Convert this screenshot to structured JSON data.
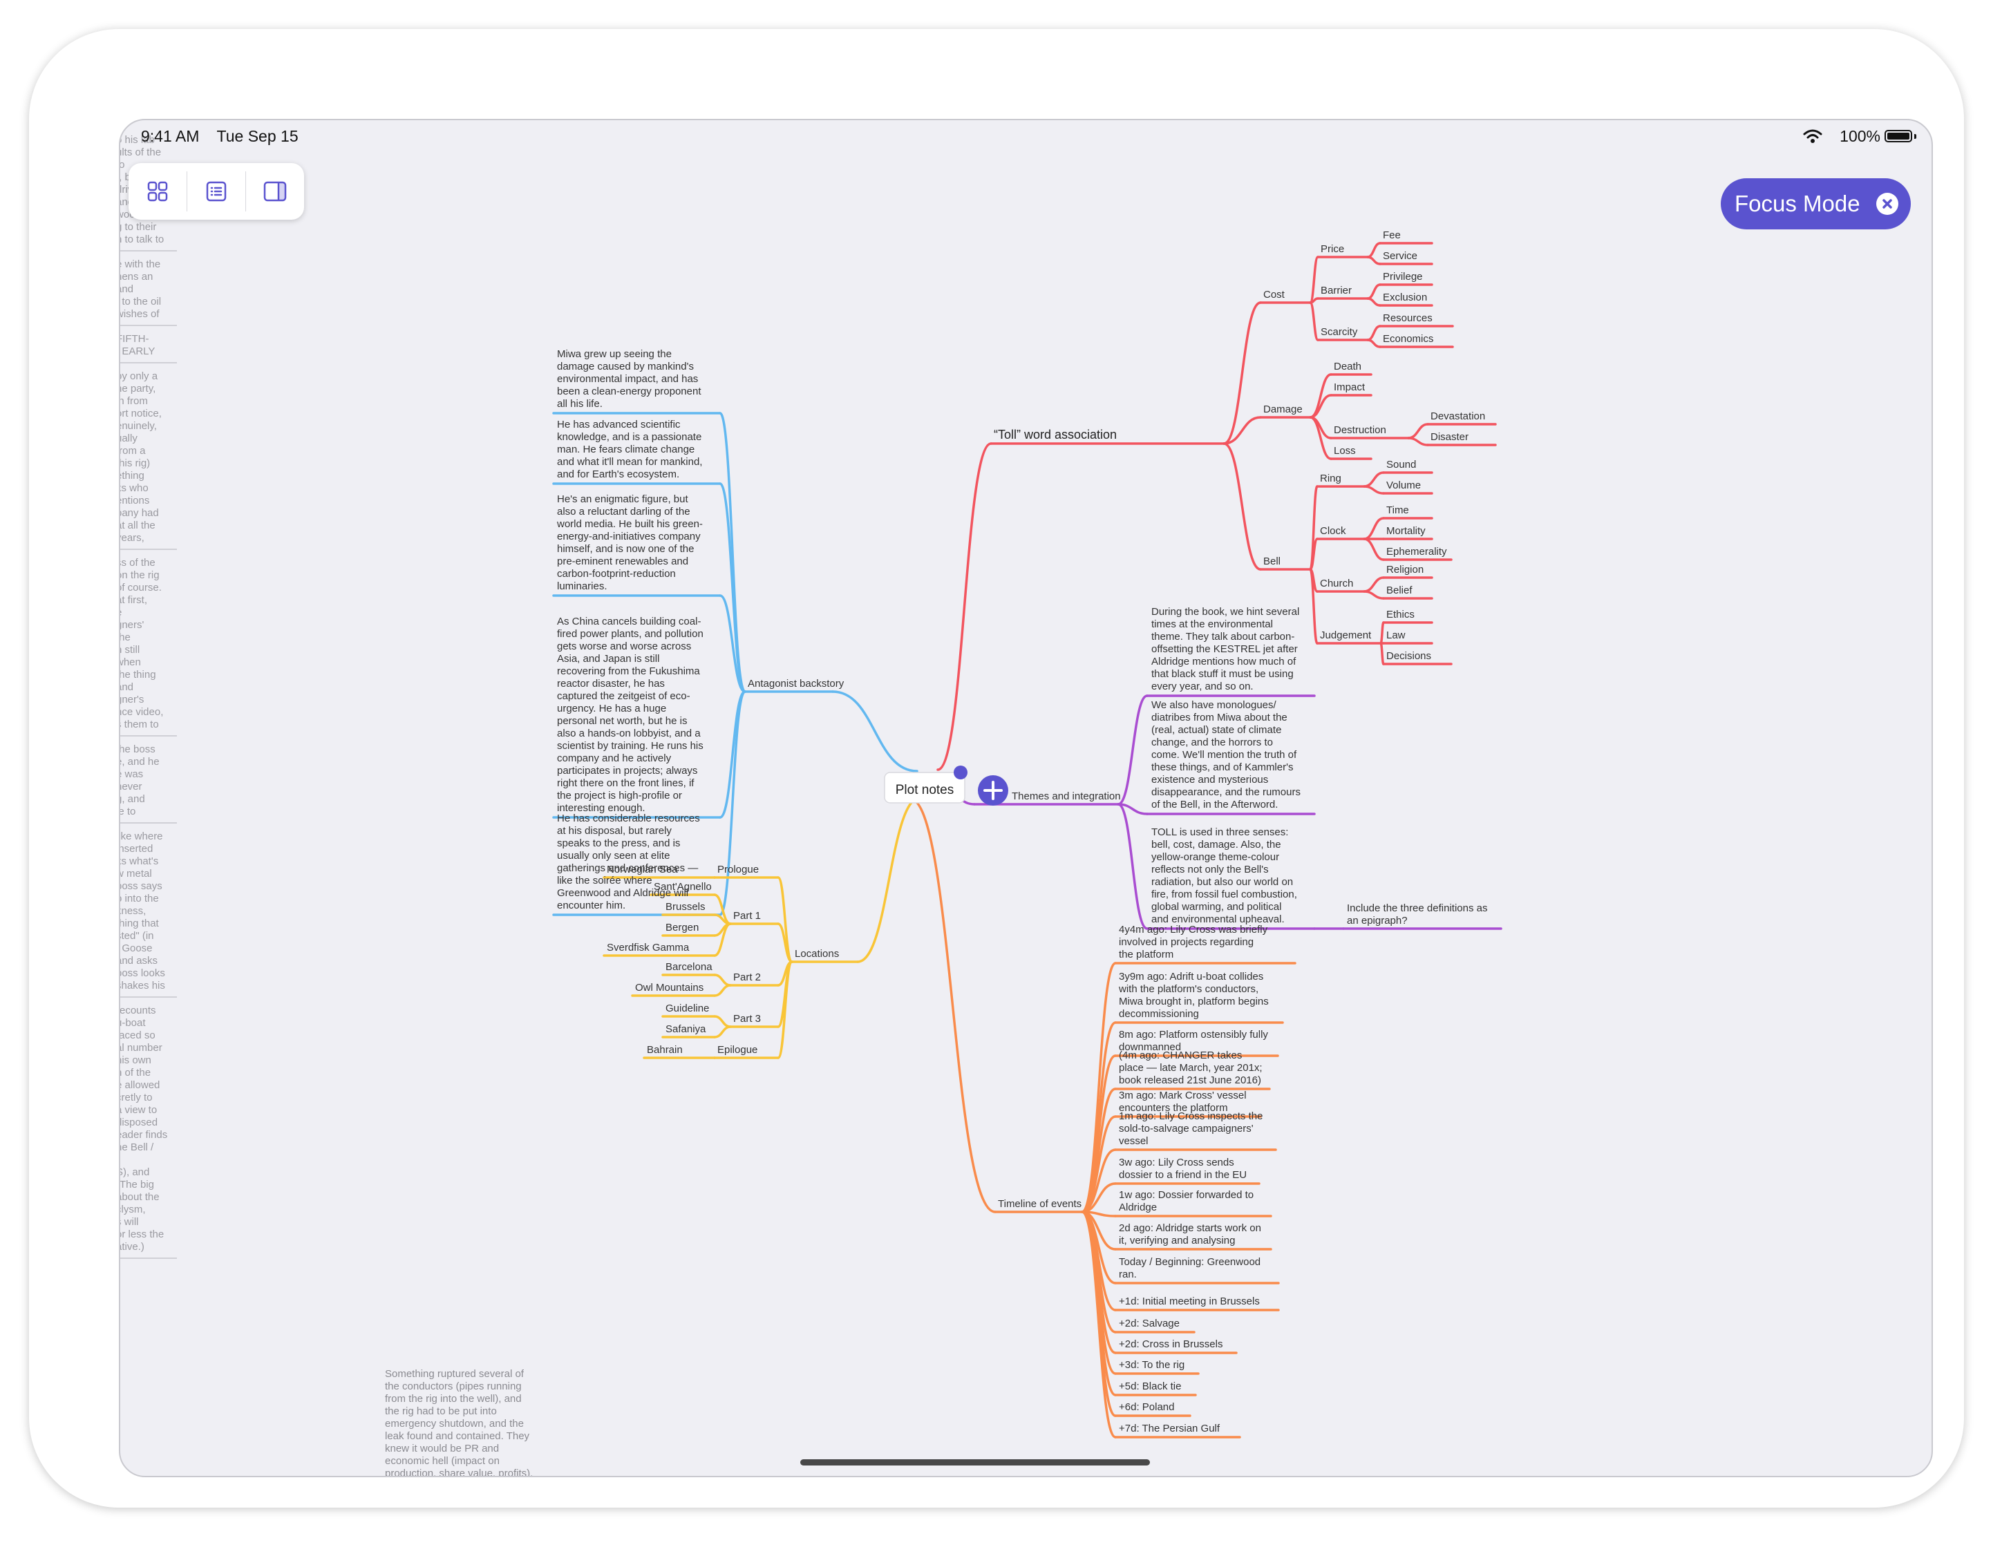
{
  "status_bar": {
    "time": "9:41 AM",
    "date": "Tue Sep 15",
    "battery": "100%"
  },
  "focus_mode": {
    "label": "Focus Mode"
  },
  "toolbar": {
    "icons": [
      "grid-view-icon",
      "list-view-icon",
      "sidebar-icon"
    ]
  },
  "background_text": {
    "left_column": [
      "o his lab\nults of the\nto\nt, b\ndrive\nand\nwood\ng to their\nn to talk to",
      "e with the\nnens an\nand\n, to the oil\nwishes of",
      "FIFTH-\n, EARLY",
      "by only a\nne party,\nin from\nort notice,\nenuinely,\nually\nfrom a\nthis rig)\nething\nks who\nentions\npany had\nat all the\nyears,",
      "ss of the\non the rig\nof course.\nat first,\ne\ngners'\nthe\nn still\nwhen\nthe thing\nand\ngner's\nnce video,\ns them to",
      "the boss\ne, and he\ne was\nnever\ng, and\nle to",
      "like where\ninserted\nks what's\nw metal\nboss says\np into the\nkness,\nthing that\nsted\" (in\n: Goose\nand asks\nboss looks\nshakes his",
      "recounts\nu-boat\nfaced so\nal number\nhis own\nh of the\ne allowed\ncretly to\na view to\ndisposed\neader finds\nhe Bell /\n\nS), and\n(The big\nabout the\nclysm,\ns will\nor less the\native.)"
    ],
    "bottom_note": "Something ruptured several of\nthe conductors (pipes running\nfrom the rig into the well), and\nthe rig had to be put into\nemergency shutdown, and the\nleak found and contained. They\nknew it would be PR and\neconomic hell (impact on\nproduction, share value, profits)."
  },
  "central_node": {
    "label": "Plot notes"
  },
  "colors": {
    "toll": "#f2545e",
    "antagonist": "#62b8f0",
    "themes": "#a94dd1",
    "locations": "#f9c537",
    "timeline": "#f98b4b",
    "accent": "#5a53cf"
  },
  "branches": {
    "toll": {
      "label": "“Toll” word association",
      "cost": {
        "label": "Cost",
        "price": {
          "label": "Price",
          "items": [
            "Fee",
            "Service"
          ]
        },
        "barrier": {
          "label": "Barrier",
          "items": [
            "Privilege",
            "Exclusion"
          ]
        },
        "scarcity": {
          "label": "Scarcity",
          "items": [
            "Resources",
            "Economics"
          ]
        }
      },
      "damage": {
        "label": "Damage",
        "death": "Death",
        "impact": "Impact",
        "destruction": {
          "label": "Destruction",
          "items": [
            "Devastation",
            "Disaster"
          ]
        },
        "loss": "Loss"
      },
      "bell": {
        "label": "Bell",
        "ring": {
          "label": "Ring",
          "items": [
            "Sound",
            "Volume"
          ]
        },
        "clock": {
          "label": "Clock",
          "items": [
            "Time",
            "Mortality",
            "Ephemerality"
          ]
        },
        "church": {
          "label": "Church",
          "items": [
            "Religion",
            "Belief"
          ]
        },
        "judgement": {
          "label": "Judgement",
          "items": [
            "Ethics",
            "Law",
            "Decisions"
          ]
        }
      }
    },
    "antagonist": {
      "label": "Antagonist backstory",
      "notes": [
        "Miwa grew up seeing the\ndamage caused by mankind's\nenvironmental impact, and has\nbeen a clean-energy proponent\nall his life.",
        "He has advanced scientific\nknowledge, and is a passionate\nman. He fears climate change\nand what it'll mean for mankind,\nand for Earth's ecosystem.",
        "He's an enigmatic figure, but\nalso a reluctant darling of the\nworld media. He built his green-\nenergy-and-initiatives company\nhimself, and is now one of the\npre-eminent renewables and\ncarbon-footprint-reduction\nluminaries.",
        "As China cancels building coal-\nfired power plants, and pollution\ngets worse and worse across\nAsia, and Japan is still\nrecovering from the Fukushima\nreactor disaster, he has\ncaptured the zeitgeist of eco-\nurgency. He has a huge\npersonal net worth, but he is\nalso a hands-on lobbyist, and a\nscientist by training. He runs his\ncompany and he actively\nparticipates in projects; always\nright there on the front lines, if\nthe project is high-profile or\ninteresting enough.",
        "He has considerable resources\nat his disposal, but rarely\nspeaks to the press, and is\nusually only seen at elite\ngatherings and conferences —\nlike the soirée where\nGreenwood and Aldridge will\nencounter him."
      ]
    },
    "themes": {
      "label": "Themes and integration",
      "notes": [
        "During the book, we hint several\ntimes at the environmental\ntheme. They talk about carbon-\noffsetting the KESTREL jet after\nAldridge mentions how much of\nthat black stuff it must be using\nevery year, and so on.",
        "We also have monologues/\ndiatribes from Miwa about the\n(real, actual) state of climate\nchange, and the horrors to\ncome. We'll mention the truth of\nthese things, and of Kammler's\nexistence and mysterious\ndisappearance, and the rumours\nof the Bell, in the Afterword.",
        "TOLL is used in three senses:\nbell, cost, damage. Also, the\nyellow-orange theme-colour\nreflects not only the Bell's\nradiation, but also our world on\nfire, from fossil fuel combustion,\nglobal warming, and political\nand environmental upheaval."
      ],
      "epigraph": "Include the three definitions as\nan epigraph?"
    },
    "locations": {
      "label": "Locations",
      "prologue": {
        "label": "Prologue",
        "items": [
          "Norwegian Sea"
        ]
      },
      "part1": {
        "label": "Part 1",
        "items": [
          "Sant'Agnello",
          "Brussels",
          "Bergen",
          "Sverdfisk Gamma"
        ]
      },
      "part2": {
        "label": "Part 2",
        "items": [
          "Barcelona",
          "Owl Mountains"
        ]
      },
      "part3": {
        "label": "Part 3",
        "items": [
          "Guideline",
          "Safaniya"
        ]
      },
      "epilogue": {
        "label": "Epilogue",
        "items": [
          "Bahrain"
        ]
      }
    },
    "timeline": {
      "label": "Timeline of events",
      "events": [
        "4y4m ago: Lily Cross was briefly\ninvolved in projects regarding\nthe platform",
        "3y9m ago: Adrift u-boat collides\nwith the platform's conductors,\nMiwa brought in, platform begins\ndecommissioning",
        "8m ago: Platform ostensibly fully\ndownmanned",
        "(4m ago: CHANGER takes\nplace — late March, year 201x;\nbook released 21st June 2016)",
        "3m ago: Mark Cross' vessel\nencounters the platform",
        "1m ago: Lily Cross inspects the\nsold-to-salvage campaigners'\nvessel",
        "3w ago: Lily Cross sends\ndossier to a friend in the EU",
        "1w ago: Dossier forwarded to\nAldridge",
        "2d ago: Aldridge starts work on\nit, verifying and analysing",
        "Today / Beginning: Greenwood\nran.",
        "+1d: Initial meeting in Brussels",
        "+2d: Salvage",
        "+2d: Cross in Brussels",
        "+3d: To the rig",
        "+5d: Black tie",
        "+6d: Poland",
        "+7d: The Persian Gulf"
      ]
    }
  }
}
